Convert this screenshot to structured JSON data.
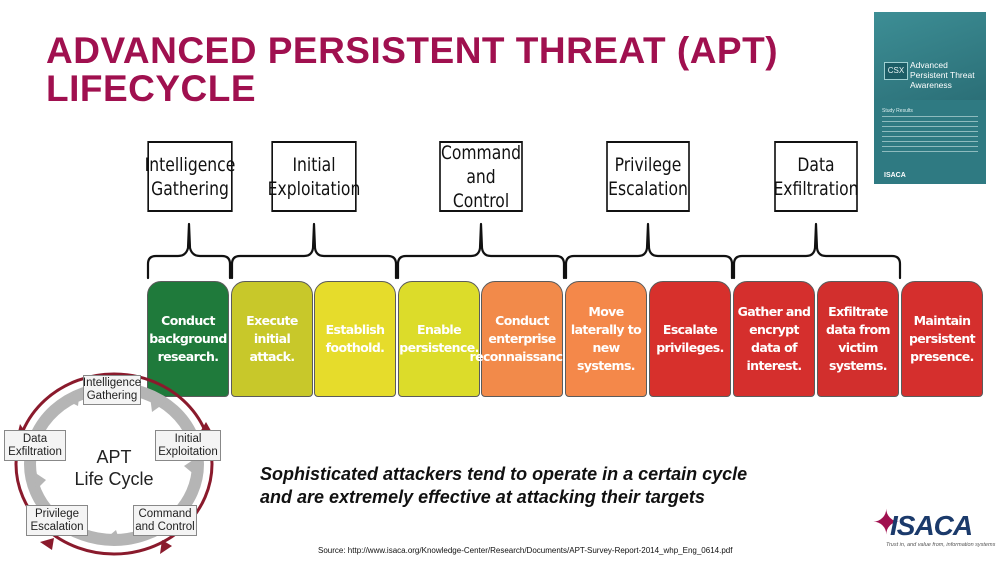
{
  "title": {
    "line1": "ADVANCED PERSISTENT THREAT (APT)",
    "line2": "LIFECYCLE"
  },
  "report_cover": {
    "logo": "CSX",
    "title": "Advanced Persistent Threat Awareness",
    "section": "Study Results",
    "brand": "ISACA"
  },
  "phases": [
    {
      "line1": "Intelligence",
      "line2": "Gathering"
    },
    {
      "line1": "Initial",
      "line2": "Exploitation"
    },
    {
      "line1": "Command",
      "line2": "and Control"
    },
    {
      "line1": "Privilege",
      "line2": "Escalation"
    },
    {
      "line1": "Data",
      "line2": "Exfiltration"
    }
  ],
  "steps": [
    {
      "lines": [
        "Conduct",
        "background",
        "research."
      ],
      "color": "#1f7a3b"
    },
    {
      "lines": [
        "Execute",
        "initial",
        "attack."
      ],
      "color": "#c8c82a"
    },
    {
      "lines": [
        "Establish",
        "foothold."
      ],
      "color": "#e6dc2b"
    },
    {
      "lines": [
        "Enable",
        "persistence."
      ],
      "color": "#dcdc2a"
    },
    {
      "lines": [
        "Conduct",
        "enterprise",
        "reconnaissance."
      ],
      "color": "#f28a4a"
    },
    {
      "lines": [
        "Move",
        "laterally to",
        "new",
        "systems."
      ],
      "color": "#f4884a"
    },
    {
      "lines": [
        "Escalate",
        "privileges."
      ],
      "color": "#d7302c"
    },
    {
      "lines": [
        "Gather and",
        "encrypt",
        "data of",
        "interest."
      ],
      "color": "#d52f2d"
    },
    {
      "lines": [
        "Exfiltrate",
        "data from",
        "victim",
        "systems."
      ],
      "color": "#d22f2d"
    },
    {
      "lines": [
        "Maintain",
        "persistent",
        "presence."
      ],
      "color": "#d52f2d"
    }
  ],
  "cycle": {
    "center_line1": "APT",
    "center_line2": "Life Cycle",
    "nodes": [
      {
        "line1": "Intelligence",
        "line2": "Gathering"
      },
      {
        "line1": "Initial",
        "line2": "Exploitation"
      },
      {
        "line1": "Command",
        "line2": "and Control"
      },
      {
        "line1": "Privilege",
        "line2": "Escalation"
      },
      {
        "line1": "Data",
        "line2": "Exfiltration"
      }
    ]
  },
  "tagline": {
    "line1": "Sophisticated attackers tend to operate in a certain cycle",
    "line2": "and are extremely effective at attacking their targets"
  },
  "source": "Source: http://www.isaca.org/Knowledge-Center/Research/Documents/APT-Survey-Report-2014_whp_Eng_0614.pdf",
  "isaca_logo": {
    "word": "ISACA",
    "tagline": "Trust in, and value from, information systems"
  },
  "colors": {
    "title": "#a0104f",
    "brand_blue": "#1b3a6b"
  }
}
